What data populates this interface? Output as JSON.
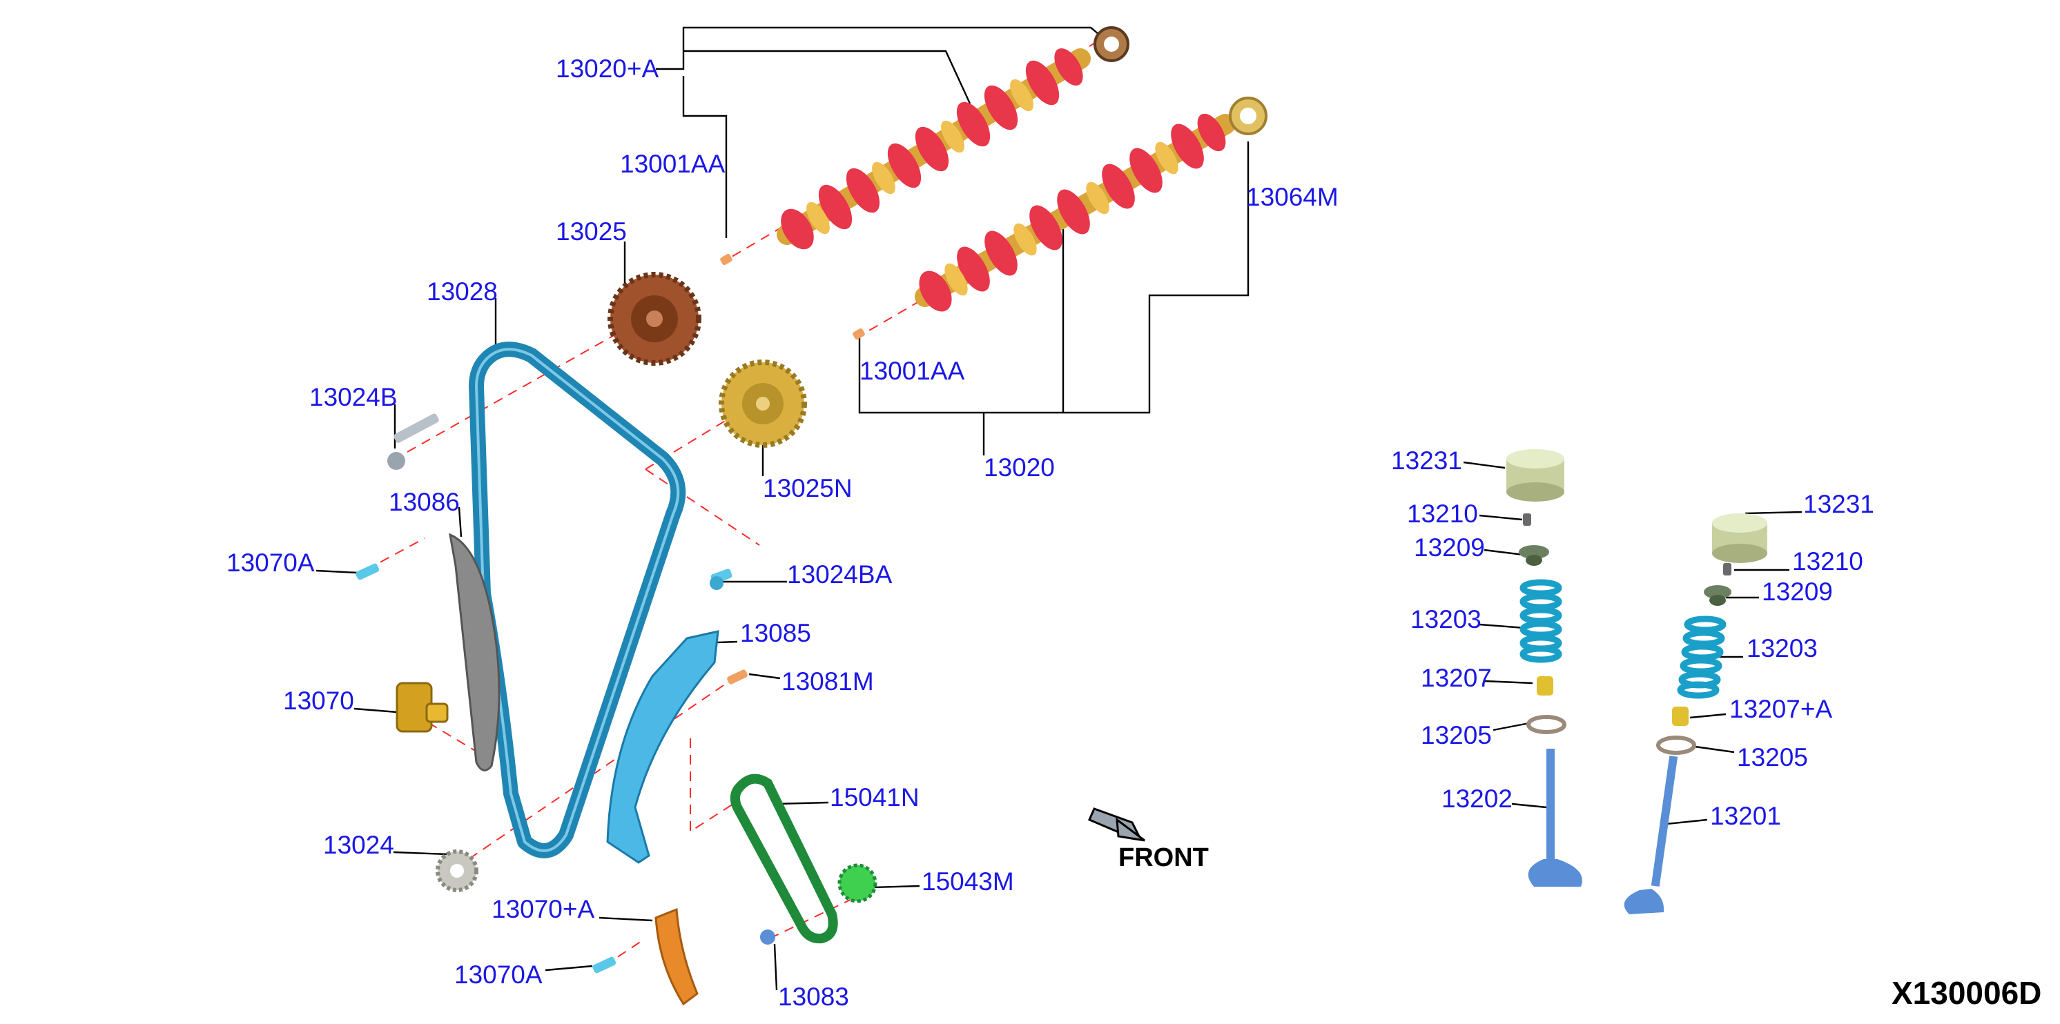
{
  "diagram": {
    "code": "X130006D",
    "front_label": "FRONT",
    "parts": {
      "p13020A": "13020+A",
      "p13001AA_top": "13001AA",
      "p13025": "13025",
      "p13028": "13028",
      "p13064M": "13064M",
      "p13001AA_low": "13001AA",
      "p13024B": "13024B",
      "p13025N": "13025N",
      "p13020": "13020",
      "p13086": "13086",
      "p13070A_top": "13070A",
      "p13024BA": "13024BA",
      "p13085": "13085",
      "p13081M": "13081M",
      "p13070": "13070",
      "p15041N": "15041N",
      "p13024": "13024",
      "p15043M": "15043M",
      "p13070plusA": "13070+A",
      "p13070A_low": "13070A",
      "p13083": "13083",
      "p13231_l": "13231",
      "p13210_l": "13210",
      "p13209_l": "13209",
      "p13203_l": "13203",
      "p13207_l": "13207",
      "p13205_l": "13205",
      "p13202": "13202",
      "p13231_r": "13231",
      "p13210_r": "13210",
      "p13209_r": "13209",
      "p13203_r": "13203",
      "p13207A_r": "13207+A",
      "p13205_r": "13205",
      "p13201": "13201"
    },
    "colors": {
      "label": "#1a17e6",
      "camshaft_lobe": "#e8364a",
      "camshaft_journal": "#d9a43a",
      "chain": "#1f86b3",
      "guide": "#4bb8e6",
      "tensioner_arm": "#8a8a8a",
      "tensioner": "#d4a020",
      "sprocket_intake": "#a0522d",
      "sprocket_exhaust": "#d9b040",
      "oil_chain": "#1e8a3a",
      "oil_sprocket": "#3fd04f",
      "guide_lower": "#e88a2a",
      "valve": "#5a8ed6",
      "spring": "#1aa0c8",
      "tappet": "#c8d0a0"
    }
  }
}
